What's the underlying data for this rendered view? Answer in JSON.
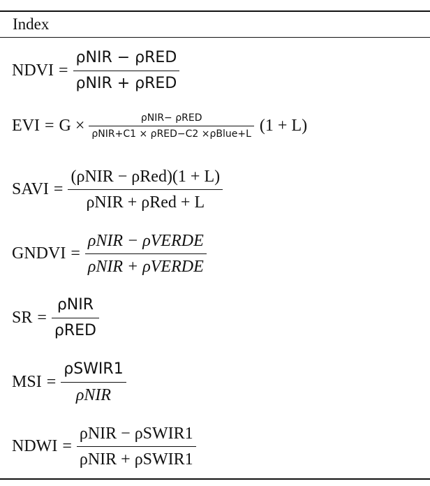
{
  "table": {
    "header": "Index",
    "formulas": [
      {
        "name": "NDVI",
        "eq": "=",
        "numerator": "ρNIR −  ρRED",
        "denominator": "ρNIR +  ρRED"
      },
      {
        "name": "EVI",
        "eq": "=",
        "coefficient": "G",
        "times": "×",
        "numerator": "ρNIR− ρRED",
        "denominator": "ρNIR+C1 × ρRED−C2 ×ρBlue+L",
        "suffix": "(1 + L)"
      },
      {
        "name": "SAVI",
        "eq": "=",
        "numerator": "(ρNIR − ρRed)(1 + L)",
        "denominator": "ρNIR + ρRed + L"
      },
      {
        "name": "GNDVI",
        "eq": "=",
        "numerator": "ρNIR − ρVERDE",
        "denominator": "ρNIR + ρVERDE"
      },
      {
        "name": "SR",
        "eq": "=",
        "numerator": "ρNIR",
        "denominator": "ρRED"
      },
      {
        "name": "MSI",
        "eq": "=",
        "numerator": "ρSWIR1",
        "denominator": "ρNIR"
      },
      {
        "name": "NDWI",
        "eq": "=",
        "numerator": "ρNIR −  ρSWIR1",
        "denominator": "ρNIR +  ρSWIR1"
      }
    ]
  }
}
